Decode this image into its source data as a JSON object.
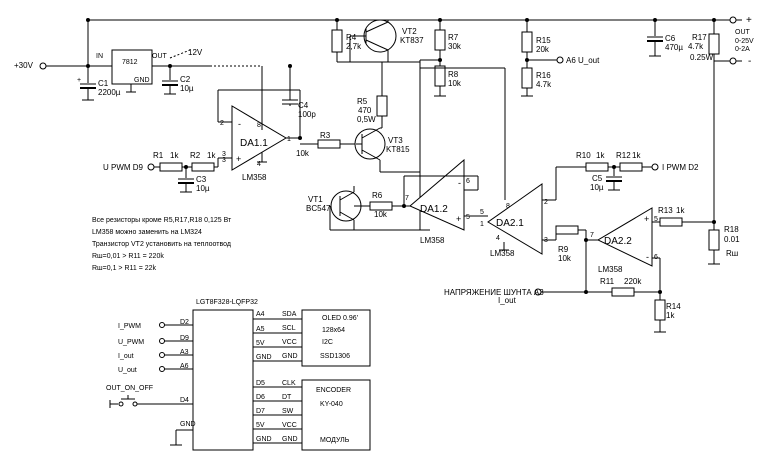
{
  "power": {
    "in30": "+30V",
    "reg": {
      "name": "7812",
      "in": "IN",
      "out": "OUT",
      "gnd": "GND"
    },
    "rail12": "12V",
    "plus": "+",
    "minus": "-",
    "out_label": "OUT",
    "out_range_v": "0-25V",
    "out_range_a": "0-2A"
  },
  "parts": {
    "c1": [
      "C1",
      "2200µ"
    ],
    "c2": [
      "C2",
      "10µ"
    ],
    "c3": [
      "C3",
      "10µ"
    ],
    "c4": [
      "C4",
      "100p"
    ],
    "c5": [
      "C5",
      "10µ"
    ],
    "c6": [
      "C6",
      "470µ"
    ],
    "r1": [
      "R1",
      "1k"
    ],
    "r2": [
      "R2",
      "1k"
    ],
    "r3": [
      "R3",
      "10k"
    ],
    "r4": [
      "R4",
      "2,7k"
    ],
    "r5": [
      "R5",
      "470",
      "0,5W"
    ],
    "r6": [
      "R6",
      "10k"
    ],
    "r7": [
      "R7",
      "30k"
    ],
    "r8": [
      "R8",
      "10k"
    ],
    "r9": [
      "R9",
      "10k"
    ],
    "r10": [
      "R10",
      "1k"
    ],
    "r11": [
      "R11",
      "220k"
    ],
    "r12": [
      "R12",
      "1k"
    ],
    "r13": [
      "R13",
      "1k"
    ],
    "r14": [
      "R14",
      "1k"
    ],
    "r15": [
      "R15",
      "20k"
    ],
    "r16": [
      "R16",
      "4.7k"
    ],
    "r17": [
      "R17",
      "4.7k",
      "0.25W"
    ],
    "r18": [
      "R18",
      "0.01",
      "Rш"
    ],
    "vt1": [
      "VT1",
      "BC547"
    ],
    "vt2": [
      "VT2",
      "KT837"
    ],
    "vt3": [
      "VT3",
      "KT815"
    ],
    "da11": [
      "DA1.1",
      "LM358"
    ],
    "da12": [
      "DA1.2",
      "LM358"
    ],
    "da21": [
      "DA2.1",
      "LM358"
    ],
    "da22": [
      "DA2.2",
      "LM358"
    ]
  },
  "signals": {
    "upwm": "U PWM D9",
    "ipwm": "I PWM D2",
    "a6": "A6 U_out",
    "shunt": "НАПРЯЖЕНИЕ ШУНТА А3",
    "iout": "I_out"
  },
  "notes": [
    "Все резисторы кроме R5,R17,R18 0,125 Вт",
    "LM358 можно заменить на LM324",
    "Транзистор VT2 установить на теплоотвод",
    "Rш=0,01 > R11 = 220k",
    "Rш=0,1 > R11 = 22k"
  ],
  "mcu": {
    "name": "LGT8F328-LQFP32",
    "left_pins": [
      "D2",
      "D9",
      "A3",
      "A6",
      "D4"
    ],
    "left_nets": [
      "I_PWM",
      "U_PWM",
      "I_out",
      "U_out"
    ],
    "switch": "OUT_ON_OFF",
    "gnd": "GND",
    "right_pins": [
      "A4",
      "A5",
      "5V",
      "GND",
      "D5",
      "D6",
      "D7",
      "5V",
      "GND"
    ]
  },
  "oled": {
    "pins": [
      "SDA",
      "SCL",
      "VCC",
      "GND"
    ],
    "title": "OLED 0.96'",
    "size": "128x64",
    "bus": "I2C",
    "chip": "SSD1306"
  },
  "encoder": {
    "pins": [
      "CLK",
      "DT",
      "SW",
      "VCC",
      "GND"
    ],
    "title": "ENCODER",
    "model": "KY-040",
    "module": "МОДУЛЬ"
  },
  "pin_numbers": {
    "da11": [
      "2",
      "3",
      "8",
      "4",
      "1"
    ],
    "da12": [
      "7",
      "6",
      "5"
    ],
    "da21": [
      "8",
      "5",
      "4",
      "1",
      "2",
      "3"
    ],
    "da22": [
      "5",
      "7",
      "6"
    ]
  }
}
